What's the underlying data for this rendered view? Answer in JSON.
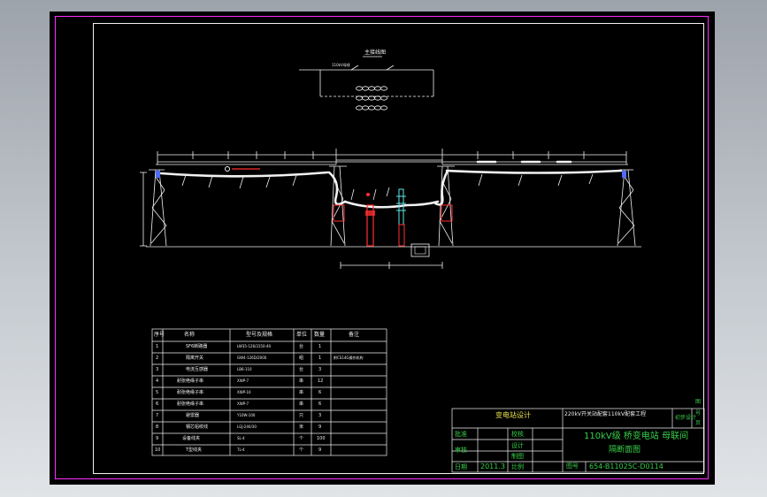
{
  "colors": {
    "sheet": "#000000",
    "outer_frame": "#ff2bff",
    "line_white": "#f2f2f2",
    "text_green": "#38d04a",
    "text_yellow": "#e9e24a",
    "accent_red": "#ff3030",
    "accent_cyan": "#5fe7e7",
    "accent_blue": "#4a6cff"
  },
  "drawing": {
    "top_title": "主接线图",
    "section_note": "110kV母线"
  },
  "materials_table": {
    "headers": [
      "序号",
      "名称",
      "型号及规格",
      "单位",
      "数量",
      "备注"
    ],
    "rows": [
      {
        "no": "1",
        "name": "SF6断路器",
        "spec": "LW35-126/3150-40",
        "unit": "台",
        "qty": "1",
        "note": ""
      },
      {
        "no": "2",
        "name": "隔离开关",
        "spec": "GW4-126D/2000",
        "unit": "组",
        "qty": "1",
        "note": "附CS14G操作机构"
      },
      {
        "no": "3",
        "name": "电流互感器",
        "spec": "LB6-110",
        "unit": "台",
        "qty": "3",
        "note": ""
      },
      {
        "no": "4",
        "name": "耐张绝缘子串",
        "spec": "XWP-7",
        "unit": "串",
        "qty": "12",
        "note": ""
      },
      {
        "no": "5",
        "name": "耐张绝缘子串",
        "spec": "XWP-10",
        "unit": "串",
        "qty": "6",
        "note": ""
      },
      {
        "no": "6",
        "name": "耐张绝缘子串",
        "spec": "XWP-7",
        "unit": "串",
        "qty": "6",
        "note": ""
      },
      {
        "no": "7",
        "name": "避雷器",
        "spec": "Y10W-100",
        "unit": "只",
        "qty": "3",
        "note": ""
      },
      {
        "no": "8",
        "name": "钢芯铝绞线",
        "spec": "LGJ-240/30",
        "unit": "米",
        "qty": "9",
        "note": ""
      },
      {
        "no": "9",
        "name": "设备线夹",
        "spec": "SL-4",
        "unit": "个",
        "qty": "100",
        "note": ""
      },
      {
        "no": "10",
        "name": "T型线夹",
        "spec": "TL-4",
        "unit": "个",
        "qty": "9",
        "note": ""
      }
    ]
  },
  "title_block": {
    "design_unit": "变电站设计",
    "project": "220kV开关站配套110kV配套工程",
    "stage_label": "初步设计",
    "drawing_title_line1": "110kV级 桥变电站 母联间",
    "drawing_title_line2": "隔断面图",
    "row_labels": [
      "批准",
      "审核",
      "日期"
    ],
    "col_labels": [
      "校核",
      "设计",
      "制图",
      "比例"
    ],
    "date": "2011.3",
    "drawing_no_label": "图号",
    "drawing_no": "654-B11025C-D0114",
    "right_col": [
      "图",
      "号",
      "页"
    ]
  }
}
